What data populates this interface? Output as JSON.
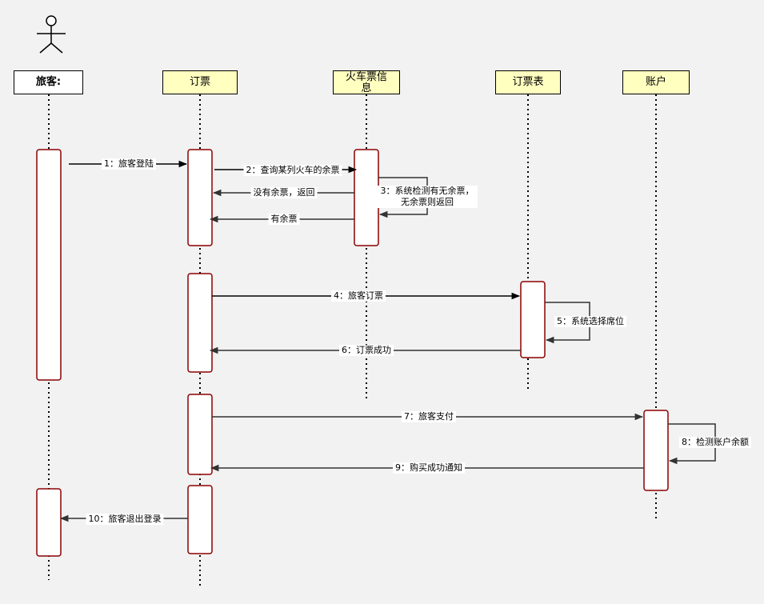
{
  "participants": [
    {
      "id": "traveler",
      "label": "旅客:"
    },
    {
      "id": "booking",
      "label": "订票"
    },
    {
      "id": "ticket-info",
      "label": "火车票信息"
    },
    {
      "id": "order-table",
      "label": "订票表"
    },
    {
      "id": "account",
      "label": "账户"
    }
  ],
  "messages": [
    {
      "label": "1：旅客登陆"
    },
    {
      "label": "2：查询某列火车的余票"
    },
    {
      "label": "3：系统检测有无余票，无余票则返回"
    },
    {
      "label": "没有余票，返回"
    },
    {
      "label": "有余票"
    },
    {
      "label": "4：旅客订票"
    },
    {
      "label": "5：系统选择席位"
    },
    {
      "label": "6：订票成功"
    },
    {
      "label": "7：旅客支付"
    },
    {
      "label": "8：检测账户余额"
    },
    {
      "label": "9：购买成功通知"
    },
    {
      "label": "10：旅客退出登录"
    }
  ],
  "colors": {
    "activation_border": "#8b0000",
    "participant_fill": "#ffffc0",
    "background": "#f2f2f2"
  }
}
